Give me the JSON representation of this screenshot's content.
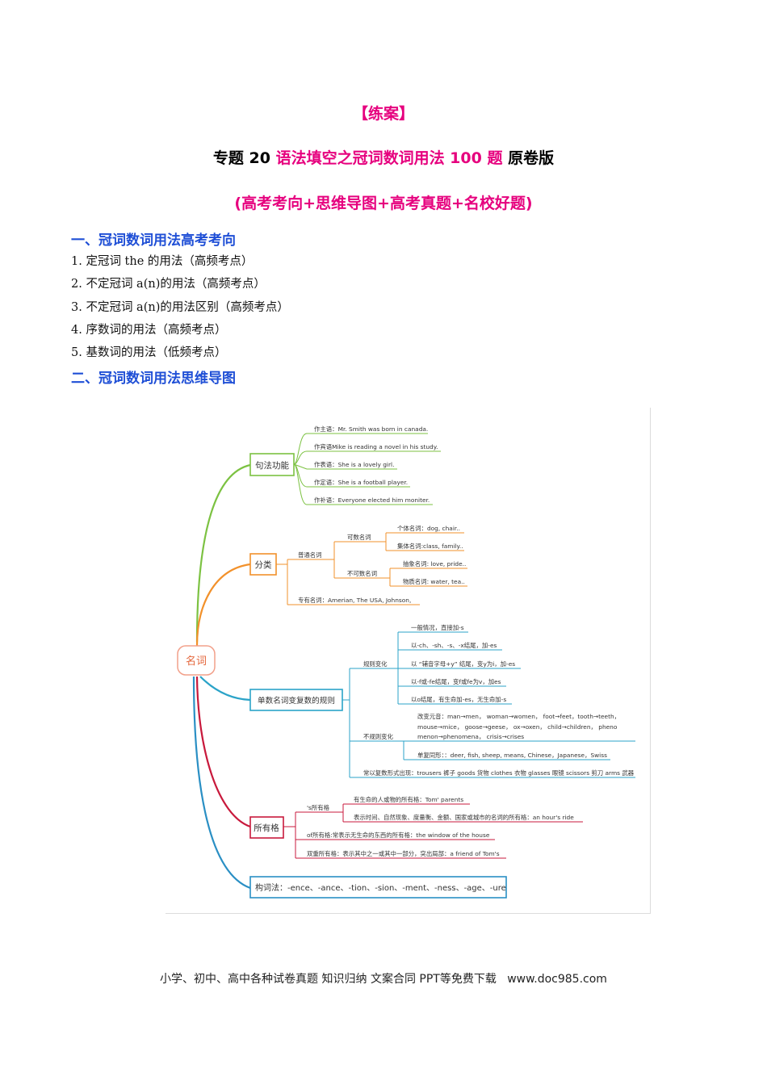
{
  "header": {
    "tag": "【练案】",
    "title_prefix": "专题 20 ",
    "title_highlight": "语法填空之冠词数词用法 100 题",
    "title_suffix": " 原卷版",
    "subtitle": "(高考考向+思维导图+高考真题+名校好题)"
  },
  "section1": {
    "heading": "一、冠词数词用法高考考向",
    "items": [
      "1. 定冠词 the 的用法（高频考点）",
      "2. 不定冠词 a(n)的用法（高频考点）",
      "3. 不定冠词 a(n)的用法区别（高频考点）",
      "4. 序数词的用法（高频考点）",
      "5. 基数词的用法（低频考点）"
    ]
  },
  "section2": {
    "heading": "二、冠词数词用法思维导图"
  },
  "mindmap": {
    "root": "名词",
    "colors": {
      "green": "#7cc242",
      "orange": "#f2912b",
      "teal": "#2ba3c8",
      "red": "#c8193c",
      "blue": "#2a8fc4"
    },
    "syntax": {
      "label": "句法功能",
      "items": [
        "作主语：Mr. Smith was born in canada.",
        "作宾语Mike is reading a novel in his study.",
        "作表语：She is a lovely girl.",
        "作定语：She is a football player.",
        "作补语：Everyone elected him moniter."
      ]
    },
    "category": {
      "label": "分类",
      "common": "普通名词",
      "countable": "可数名词",
      "individual": "个体名词：dog, chair..",
      "collective": "集体名词:class, family..",
      "uncountable": "不可数名词",
      "abstract": "抽象名词: love, pride..",
      "material": "物质名词: water, tea..",
      "proper": "专有名词：Amerian, The USA, Johnson,"
    },
    "plural": {
      "label": "单数名词变复数的规则",
      "regular": "规则变化",
      "regular_items": [
        "一般情况，直接加-s",
        "以-ch、-sh、-s、-x结尾，加-es",
        "以 “辅音字母+y” 结尾，变y为i，加-es",
        "以-f或-fe结尾，变f或fe为v，加es",
        "以o结尾，有生命加-es，无生命加-s"
      ],
      "irregular": "不规则变化",
      "vowel_lines": [
        "改变元音：man→men， woman→women， foot→feet，tooth→teeth，",
        "mouse→mice， goose→geese， ox→oxen， child→children， pheno",
        "menon→phenomena， crisis→crises"
      ],
      "same_form": "单复同形：：deer, fish, sheep, means, Chinese，Japanese，Swiss",
      "always_plural": "常以复数形式出现：trousers 裤子 goods 货物 clothes 衣物 glasses 眼镜 scissors 剪刀 arms 武器"
    },
    "possessive": {
      "label": "所有格",
      "s_poss": "'s所有格",
      "s_items": [
        "有生命的人或物的所有格：Tom' parents",
        "表示时间、自然现象、度量衡、金额、国家或城市的名词的所有格：an hour's ride"
      ],
      "of_poss": "of所有格:常表示无生命的东西的所有格：the window of the house",
      "double_poss": "双重所有格：表示其中之一或其中一部分，突出局部：a friend of Tom's"
    },
    "word_formation": "构词法：-ence、-ance、-tion、-sion、-ment、-ness、-age、-ure"
  },
  "footer": {
    "text": "小学、初中、高中各种试卷真题  知识归纳  文案合同  PPT等免费下载",
    "url": "www.doc985.com"
  }
}
